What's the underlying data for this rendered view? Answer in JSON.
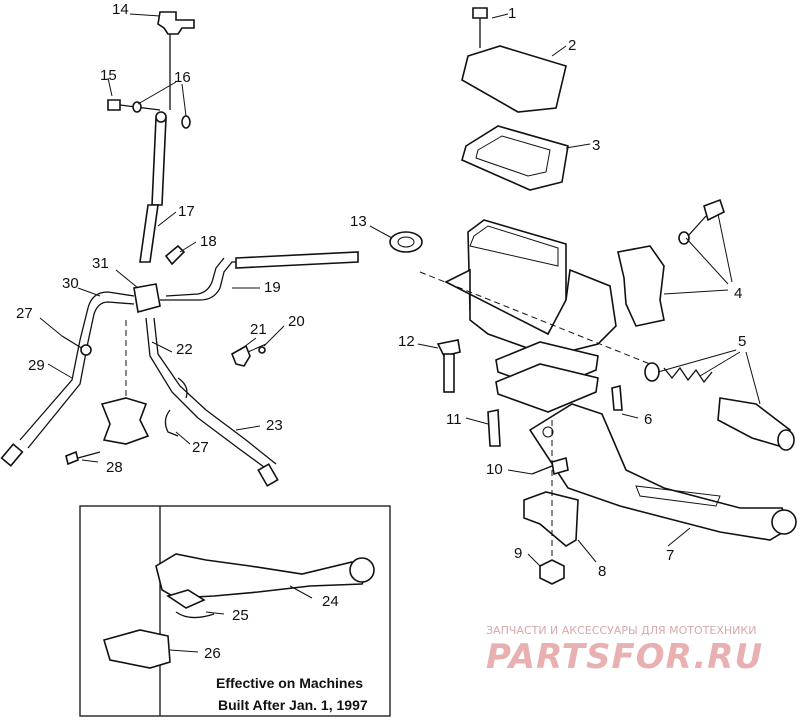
{
  "callouts": [
    "1",
    "2",
    "3",
    "4",
    "5",
    "6",
    "7",
    "8",
    "9",
    "10",
    "11",
    "12",
    "13",
    "14",
    "15",
    "16",
    "17",
    "18",
    "19",
    "20",
    "21",
    "22",
    "23",
    "24",
    "25",
    "26",
    "27",
    "28",
    "29",
    "30",
    "31"
  ],
  "callout_27b": "27",
  "inset_note": {
    "line1": "Effective on Machines",
    "line2": "Built After Jan. 1, 1997"
  },
  "watermark": {
    "tagline": "ЗАПЧАСТИ И АКСЕССУАРЫ ДЛЯ МОТОТЕХНИКИ",
    "brand": "PARTSFOR.RU"
  },
  "colors": {
    "ink": "#111111",
    "watermark": "#e8b0b0"
  }
}
